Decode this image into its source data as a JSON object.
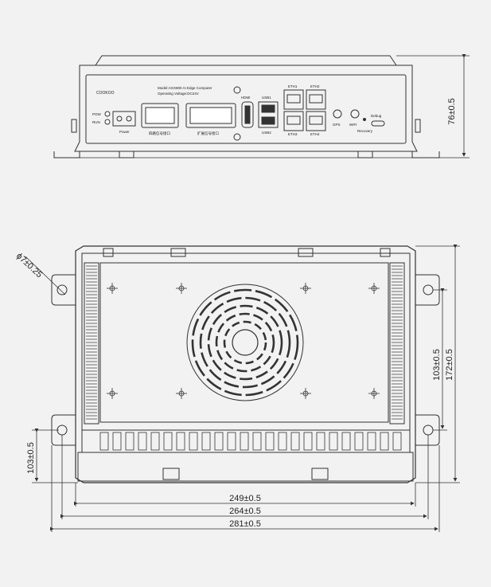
{
  "front_view": {
    "brand_logo": "COOKOO",
    "model_text": "Model:AGX800 AI Edge Computer",
    "voltage_text": "Operating Voltage:DC24V",
    "led_pow": "POW",
    "led_run": "RUN",
    "power_label": "Power",
    "connector1_label": "四路信号接口",
    "connector2_label": "扩展信号接口",
    "hdmi_label": "HDMI",
    "usb1_label": "USB1",
    "usb2_label": "USB2",
    "eth1_label": "ETH1",
    "eth2_label": "ETH2",
    "eth3_label": "ETH3",
    "eth4_label": "ETH4",
    "gps_label": "GPS",
    "wifi_label": "WIFI",
    "debug_label": "Debug",
    "recovery_label": "Recovery",
    "height_dim": "76±0.5"
  },
  "top_view": {
    "hole_dim": "ϕ7±0.25",
    "dim_103_right": "103±0.5",
    "dim_172": "172±0.5",
    "dim_103_left": "103±0.5",
    "dim_249": "249±0.5",
    "dim_264": "264±0.5",
    "dim_281": "281±0.5"
  }
}
